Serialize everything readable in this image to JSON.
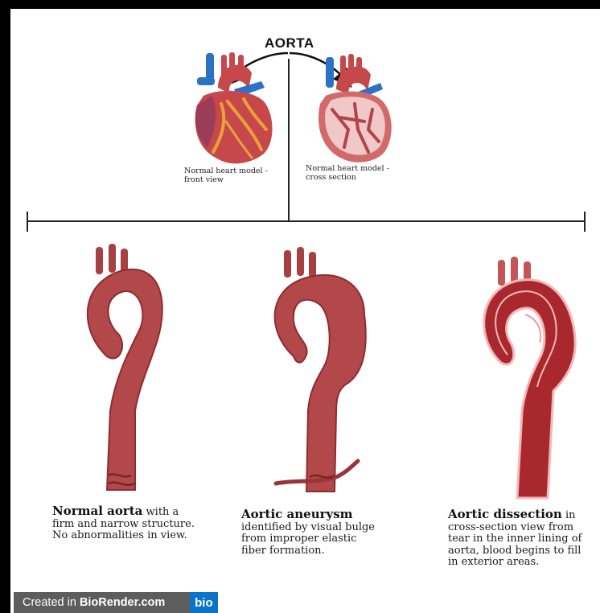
{
  "title": "AORTA",
  "hearts": [
    {
      "caption": "Normal heart model -\nfront view"
    },
    {
      "caption": "Normal heart model -\ncross section"
    }
  ],
  "panels": [
    {
      "name": "Normal aorta",
      "text": " with a firm and narrow structure. No abnormalities in view."
    },
    {
      "name": "Aortic aneurysm",
      "text": "identified by visual bulge from improper elastic fiber formation."
    },
    {
      "name": "Aortic dissection",
      "text": " in cross-section view from tear in the inner lining of aorta, blood begins to fill in exterior areas."
    }
  ],
  "footer": {
    "prefix": "Created in ",
    "brand": "BioRender.com",
    "logo": "bio"
  },
  "colors": {
    "aorta": "#b2484a",
    "aorta_dark": "#8e2c30",
    "aorta_light": "#d98f8f",
    "vein_blue": "#2c72c4",
    "heart_red": "#c7484a",
    "fat_yellow": "#e8a23a",
    "badge_bg": "#5d5d5d",
    "logo_bg": "#0a74c9"
  },
  "icons": [
    "heart-front-view-illustration",
    "heart-cross-section-illustration",
    "normal-aorta-illustration",
    "aortic-aneurysm-illustration",
    "aortic-dissection-illustration",
    "curved-arrow-icon",
    "biorender-logo-icon"
  ]
}
